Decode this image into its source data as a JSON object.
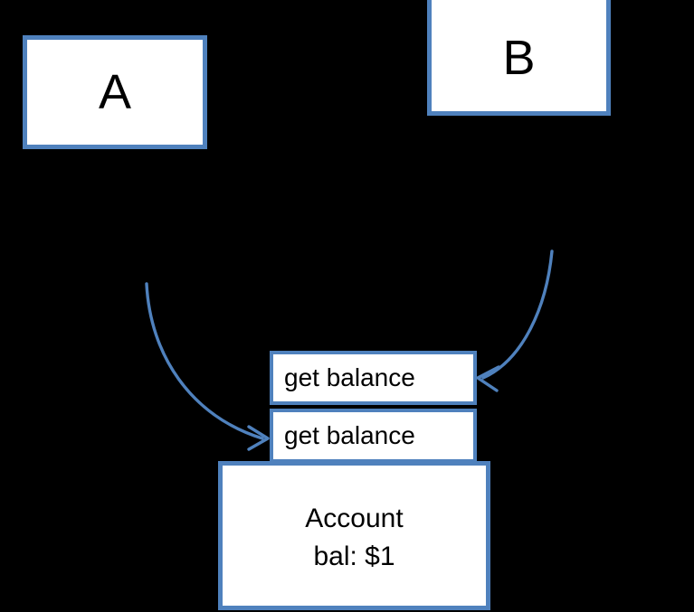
{
  "diagram": {
    "title_nodes": {
      "client_a": {
        "label": "A"
      },
      "client_b": {
        "label": "B"
      }
    },
    "method_bars": [
      {
        "label": "get balance"
      },
      {
        "label": "get balance"
      }
    ],
    "account": {
      "name": "Account",
      "balance_text": "bal: $1"
    },
    "arrows": [
      {
        "from": "A",
        "to": "get balance (lower)",
        "direction": "right"
      },
      {
        "from": "B",
        "to": "get balance (upper)",
        "direction": "left"
      }
    ],
    "colors": {
      "border": "#4F81BD",
      "arrow": "#4F81BD",
      "fill": "#FFFFFF",
      "background": "#000000",
      "text": "#000000"
    }
  }
}
